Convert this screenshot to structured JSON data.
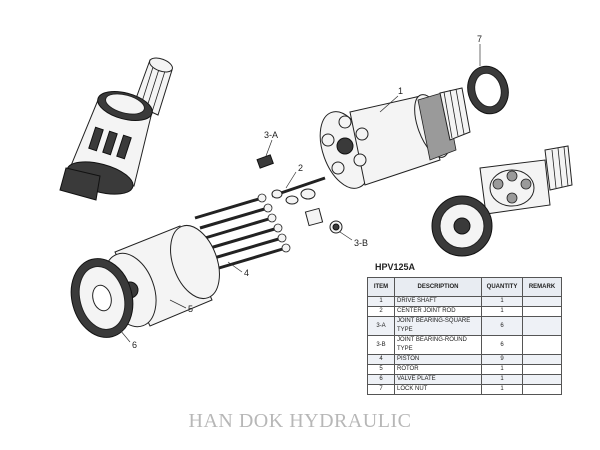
{
  "model": "HPV125A",
  "table": {
    "headers": [
      "ITEM",
      "DESCRIPTION",
      "QUANTITY",
      "REMARK"
    ],
    "rows": [
      {
        "item": "1",
        "description": "DRIVE SHAFT",
        "quantity": "1",
        "remark": ""
      },
      {
        "item": "2",
        "description": "CENTER JOINT ROD",
        "quantity": "1",
        "remark": ""
      },
      {
        "item": "3-A",
        "description": "JOINT BEARING-SQUARE TYPE",
        "quantity": "6",
        "remark": ""
      },
      {
        "item": "3-B",
        "description": "JOINT BEARING-ROUND TYPE",
        "quantity": "6",
        "remark": ""
      },
      {
        "item": "4",
        "description": "PISTON",
        "quantity": "9",
        "remark": ""
      },
      {
        "item": "5",
        "description": "ROTOR",
        "quantity": "1",
        "remark": ""
      },
      {
        "item": "6",
        "description": "VALVE PLATE",
        "quantity": "1",
        "remark": ""
      },
      {
        "item": "7",
        "description": "LOCK NUT",
        "quantity": "1",
        "remark": ""
      }
    ]
  },
  "callouts": [
    "1",
    "2",
    "3-A",
    "3-B",
    "4",
    "5",
    "6",
    "7"
  ],
  "watermark": "HAN DOK HYDRAULIC"
}
